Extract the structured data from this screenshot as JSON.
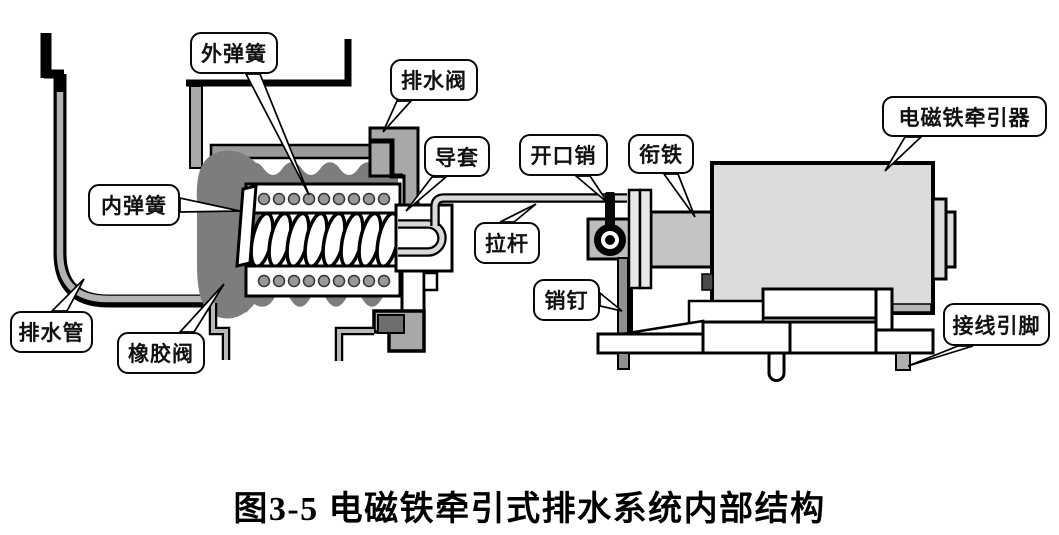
{
  "figure_title": "图3-5  电磁铁牵引式排水系统内部结构",
  "callouts": {
    "outer_spring": "外弹簧",
    "drain_valve": "排水阀",
    "guide_sleeve": "导套",
    "inner_spring": "内弹簧",
    "cotter_pin": "开口销",
    "armature": "衔铁",
    "electromagnet_tractor": "电磁铁牵引器",
    "pull_rod": "拉杆",
    "pin": "销钉",
    "drain_pipe": "排水管",
    "rubber_valve": "橡胶阀",
    "terminal_pins": "接线引脚"
  },
  "colors": {
    "background": "#ffffff",
    "outline": "#000000",
    "rubber_bellows_gray": "#7d7d7d",
    "valve_metal_gray": "#a8a8a8",
    "electromagnet_body_gray": "#dcdcdc",
    "armature_gray": "#c4c4c4",
    "pipe_gray": "#b2b2b2",
    "pin_gray": "#8f8f8f"
  }
}
